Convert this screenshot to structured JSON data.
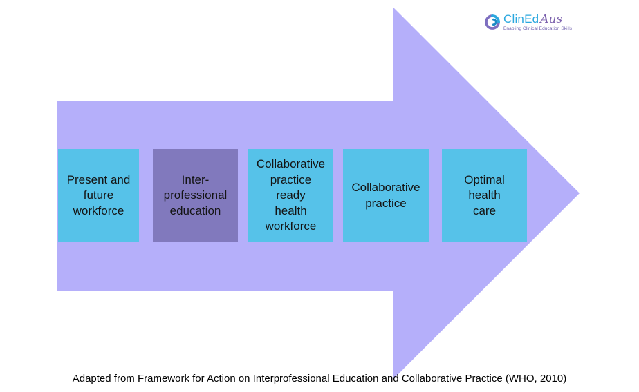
{
  "page": {
    "background": "#ffffff"
  },
  "logo": {
    "brand_part1": "ClinEd",
    "brand_part2": "Aus",
    "tagline": "Enabling Clinical Education Skills",
    "colors": {
      "brand_part1": "#2ba8df",
      "brand_part2": "#7a5fac",
      "tagline": "#6f61ae"
    }
  },
  "diagram": {
    "type": "process-arrow",
    "direction": "right",
    "arrow_color": "#b5affa",
    "step_color_default": "#56c2e9",
    "step_color_highlight": "#8179bd",
    "text_color": "#141414",
    "steps": [
      {
        "id": "present-and-future-workforce",
        "label": "Present and\nfuture\nworkforce",
        "variant": "cyan"
      },
      {
        "id": "interprofessional-education",
        "label": "Inter-\nprofessional\neducation",
        "variant": "purple"
      },
      {
        "id": "collaborative-practice-ready-health-workforce",
        "label": "Collaborative\npractice\nready\nhealth\nworkforce",
        "variant": "cyan"
      },
      {
        "id": "collaborative-practice",
        "label": "Collaborative\npractice",
        "variant": "cyan"
      },
      {
        "id": "optimal-health-care",
        "label": "Optimal\nhealth\ncare",
        "variant": "cyan"
      }
    ]
  },
  "caption": {
    "text": "Adapted from Framework for Action on Interprofessional Education and Collaborative Practice (WHO, 2010)"
  }
}
